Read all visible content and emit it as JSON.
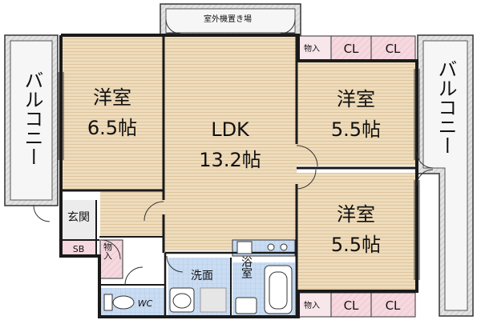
{
  "outdoor_unit_area": "室外機置き場",
  "balcony_left": "バルコニー",
  "balcony_right": "バルコニー",
  "room_western_nw": {
    "name": "洋室",
    "size": "6.5帖"
  },
  "room_ldk": {
    "name": "LDK",
    "size": "13.2帖"
  },
  "room_western_ne": {
    "name": "洋室",
    "size": "5.5帖"
  },
  "room_western_se": {
    "name": "洋室",
    "size": "5.5帖"
  },
  "entrance": "玄関",
  "shoe_box": "SB",
  "storage_top": "物入",
  "storage_left": "物入",
  "storage_bottom": "物入",
  "closet_label": "CL",
  "wash_room": "洗面",
  "bath_room": "浴室",
  "toilet": "WC",
  "colors": {
    "wood": "#efdcbc",
    "tile": "#c9dcf2",
    "pink": "#f6d8df",
    "balcony": "#dcdcdc"
  }
}
